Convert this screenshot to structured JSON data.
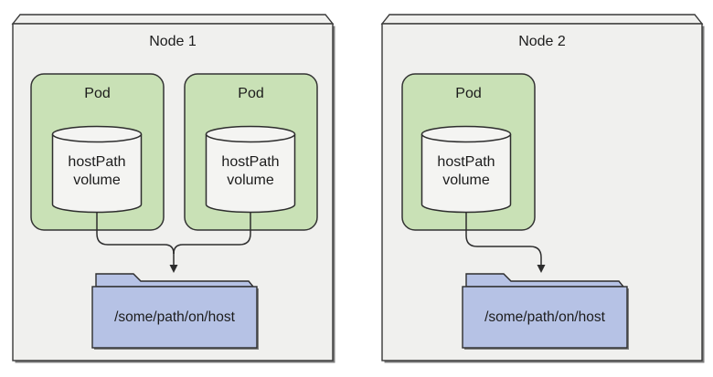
{
  "diagram": {
    "nodes": [
      {
        "label": "Node 1",
        "pods": [
          {
            "label": "Pod",
            "volume_label": "hostPath volume"
          },
          {
            "label": "Pod",
            "volume_label": "hostPath volume"
          }
        ],
        "folder_path": "/some/path/on/host"
      },
      {
        "label": "Node 2",
        "pods": [
          {
            "label": "Pod",
            "volume_label": "hostPath volume"
          }
        ],
        "folder_path": "/some/path/on/host"
      }
    ],
    "colors": {
      "node_fill": "#f0f0ee",
      "pod_fill": "#c9e1b6",
      "cylinder_fill": "#f4f4f2",
      "folder_fill": "#b6c2e5",
      "shadow": "#7e7e7e",
      "connector": "#2d2d2d"
    }
  }
}
